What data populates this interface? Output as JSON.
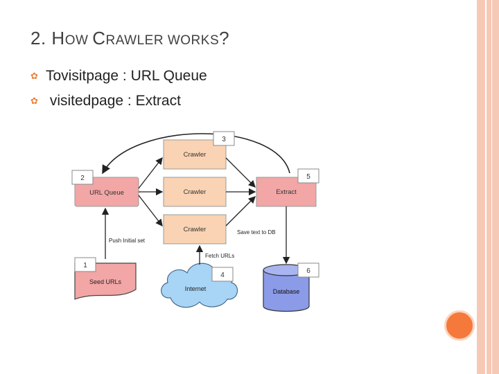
{
  "title": {
    "part1": "2. H",
    "part2": "OW ",
    "part3": "C",
    "part4": "RAWLER ",
    "part5": "WORKS",
    "part6": "?"
  },
  "bullets": [
    {
      "icon": "gear-bullet-icon",
      "text": "Tovisitpage : URL Queue"
    },
    {
      "icon": "gear-bullet-icon",
      "text": " visitedpage : Extract"
    }
  ],
  "diagram": {
    "crawler_label": "Crawler",
    "url_queue_label": "URL Queue",
    "extract_label": "Extract",
    "seed_urls_label": "Seed URLs",
    "internet_label": "Internet",
    "database_label": "Database",
    "push_initial_label": "Push Initial set",
    "save_text_label": "Save text to DB",
    "fetch_urls_label": "Fetch URLs",
    "num1": "1",
    "num2": "2",
    "num3": "3",
    "num4": "4",
    "num5": "5",
    "num6": "6"
  },
  "colors": {
    "crawler_fill": "#f9d3b3",
    "queue_fill": "#f2a6a6",
    "cloud_fill": "#a8d4f5",
    "db_fill": "#8b9be8",
    "accent": "#f4793b"
  }
}
